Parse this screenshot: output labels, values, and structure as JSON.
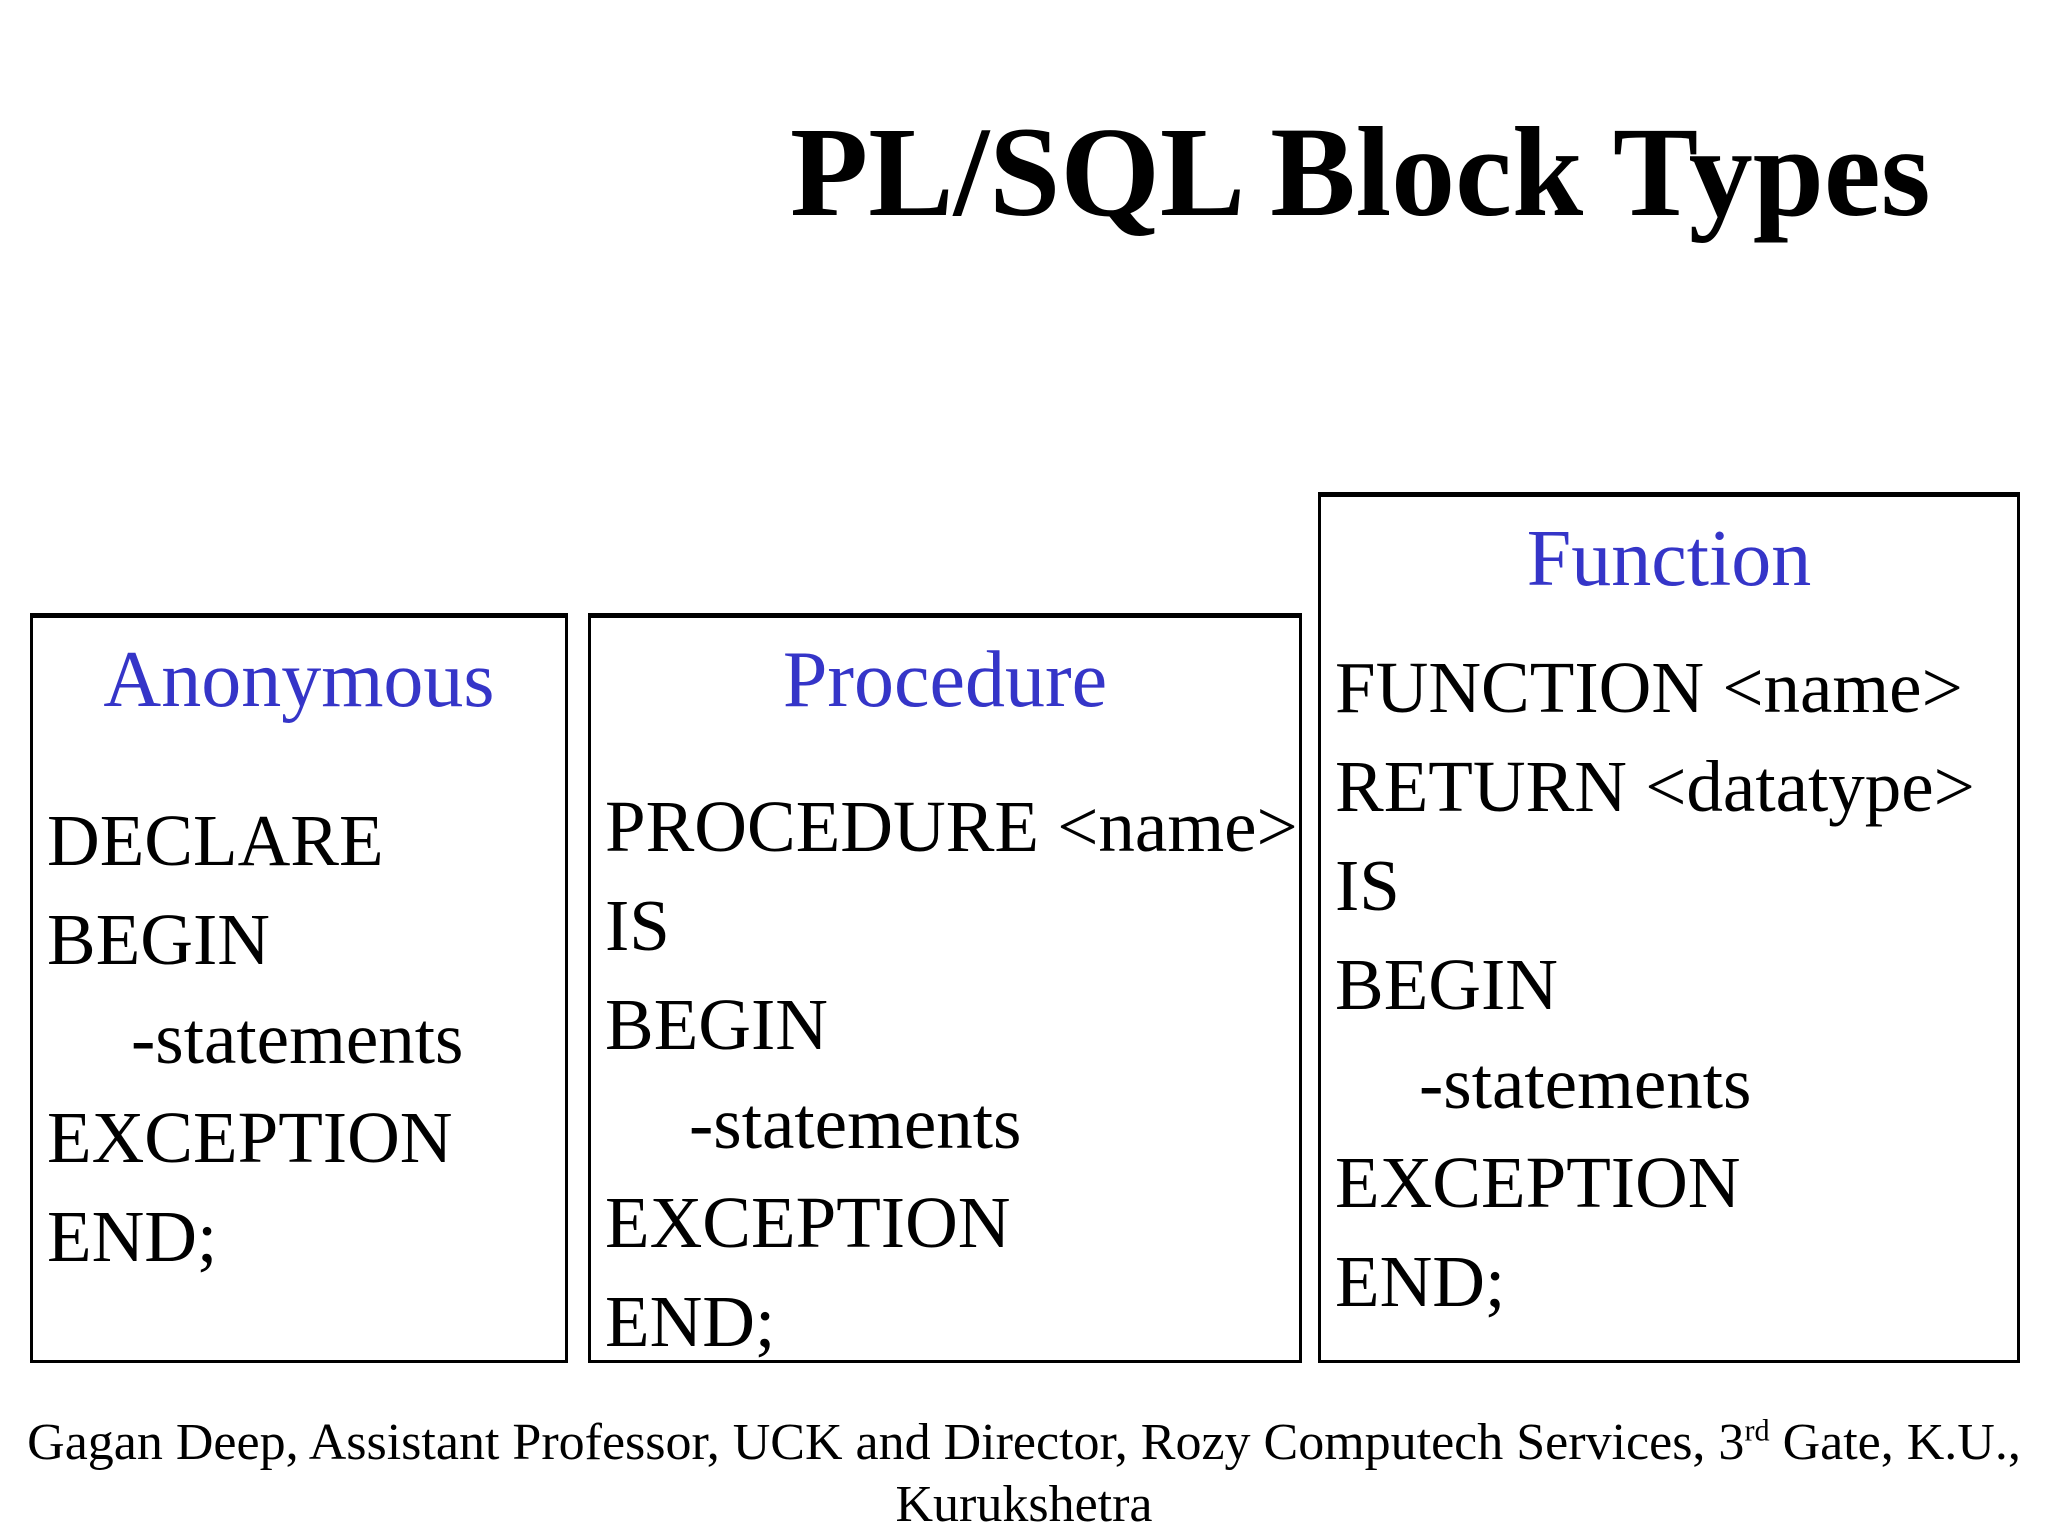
{
  "title": "PL/SQL Block Types",
  "colors": {
    "accent_blue": "#3535C8",
    "text_black": "#000000",
    "background": "#FFFFFF",
    "box_border": "#000000"
  },
  "boxes": [
    {
      "header": "Anonymous",
      "lines": [
        "DECLARE",
        "BEGIN",
        "-statements",
        "EXCEPTION",
        "END;"
      ]
    },
    {
      "header": "Procedure",
      "lines": [
        "PROCEDURE <name>",
        "IS",
        "BEGIN",
        "-statements",
        "EXCEPTION",
        "END;"
      ]
    },
    {
      "header": "Function",
      "lines": [
        "FUNCTION <name>",
        "RETURN <datatype>",
        "IS",
        "BEGIN",
        "-statements",
        "EXCEPTION",
        "END;"
      ]
    }
  ],
  "footer": {
    "before_sup": "Gagan Deep, Assistant Professor, UCK and Director, Rozy Computech Services, 3",
    "sup": "rd",
    "after_sup": " Gate, K.U., Kurukshetra"
  }
}
